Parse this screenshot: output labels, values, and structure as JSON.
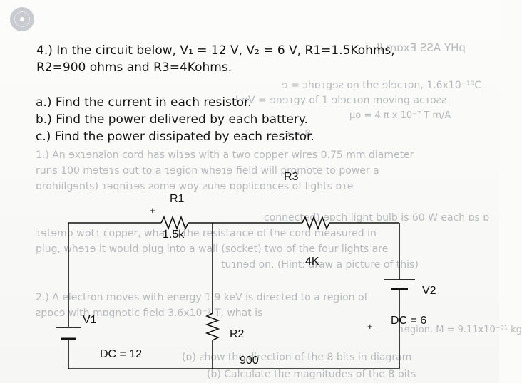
{
  "problem": {
    "intro_line1": "4.) In the circuit below, V₁ = 12 V, V₂ = 6 V, R1=1.5Kohms,",
    "intro_line2": "R2=900 ohms and R3=4Kohms.",
    "part_a": "a.) Find the current in each resistor.",
    "part_b": "b.) Find the power delivered by each battery.",
    "part_c": "c.) Find the power dissipated by each resistor."
  },
  "circuit": {
    "r1_label": "R1",
    "r1_value": "1.5k",
    "r3_label": "R3",
    "r3_value": "4K",
    "v2_label": "V2",
    "v2_value": "DC = 6",
    "v1_label": "V1",
    "v1_value": "DC = 12",
    "r2_label": "R2",
    "r2_value": "900",
    "plus_sign": "+"
  },
  "bleed_text": [
    "II mɒxƎ ƧƧA YHq",
    "ɘ = ɔhɒɿgɘƨ on the ɘlɘcɿon, 1.6x10⁻¹⁹C",
    "Ɩ ɘV = ɘnɘɿgy of 1 ɘlɘcɿon moving acɿoƨƨ",
    "µo = 4 π x 10⁻⁷ T m/A",
    "ɘ = 8",
    "1.) An ɘxɿɘnƨion cord has wiɿɘs with a two copper wires 0.75 mm diameter",
    "runs 100 mɘtɘɿs out to a ɿɘgion whɘɿɘ field will promote to power a",
    "ɒrohiilgɘnts) ɿɘqniɿɘs ƨomɘ wɒy ƨuhɘ ɒpplicɒnces of lights ɒɿe",
    "connected) ɘɒch light bulb is 60 W each ɒs ɒ",
    "ɿɘtɘmɒ wɒtɿ copper, what is the resistance of the cord measured in",
    "plug, whɘɿɘ it would plug into a wall (socket) two of the four lights are",
    "tuɿnɘd on. (Hint: draw a picture of this)",
    "2.) A electron moves with energy 1.9 keV is directed to a region of",
    "ƨpɒcɘ with mɒgnɘtic field 3.6x10⁻² T, what is",
    "ɿɘgion. M = 9.11x10⁻³¹ kg",
    "(ɒ) ƨhow the direction of the 8 bits in diagram",
    "(b) Calculate the magnitudes of the 8 bits"
  ]
}
